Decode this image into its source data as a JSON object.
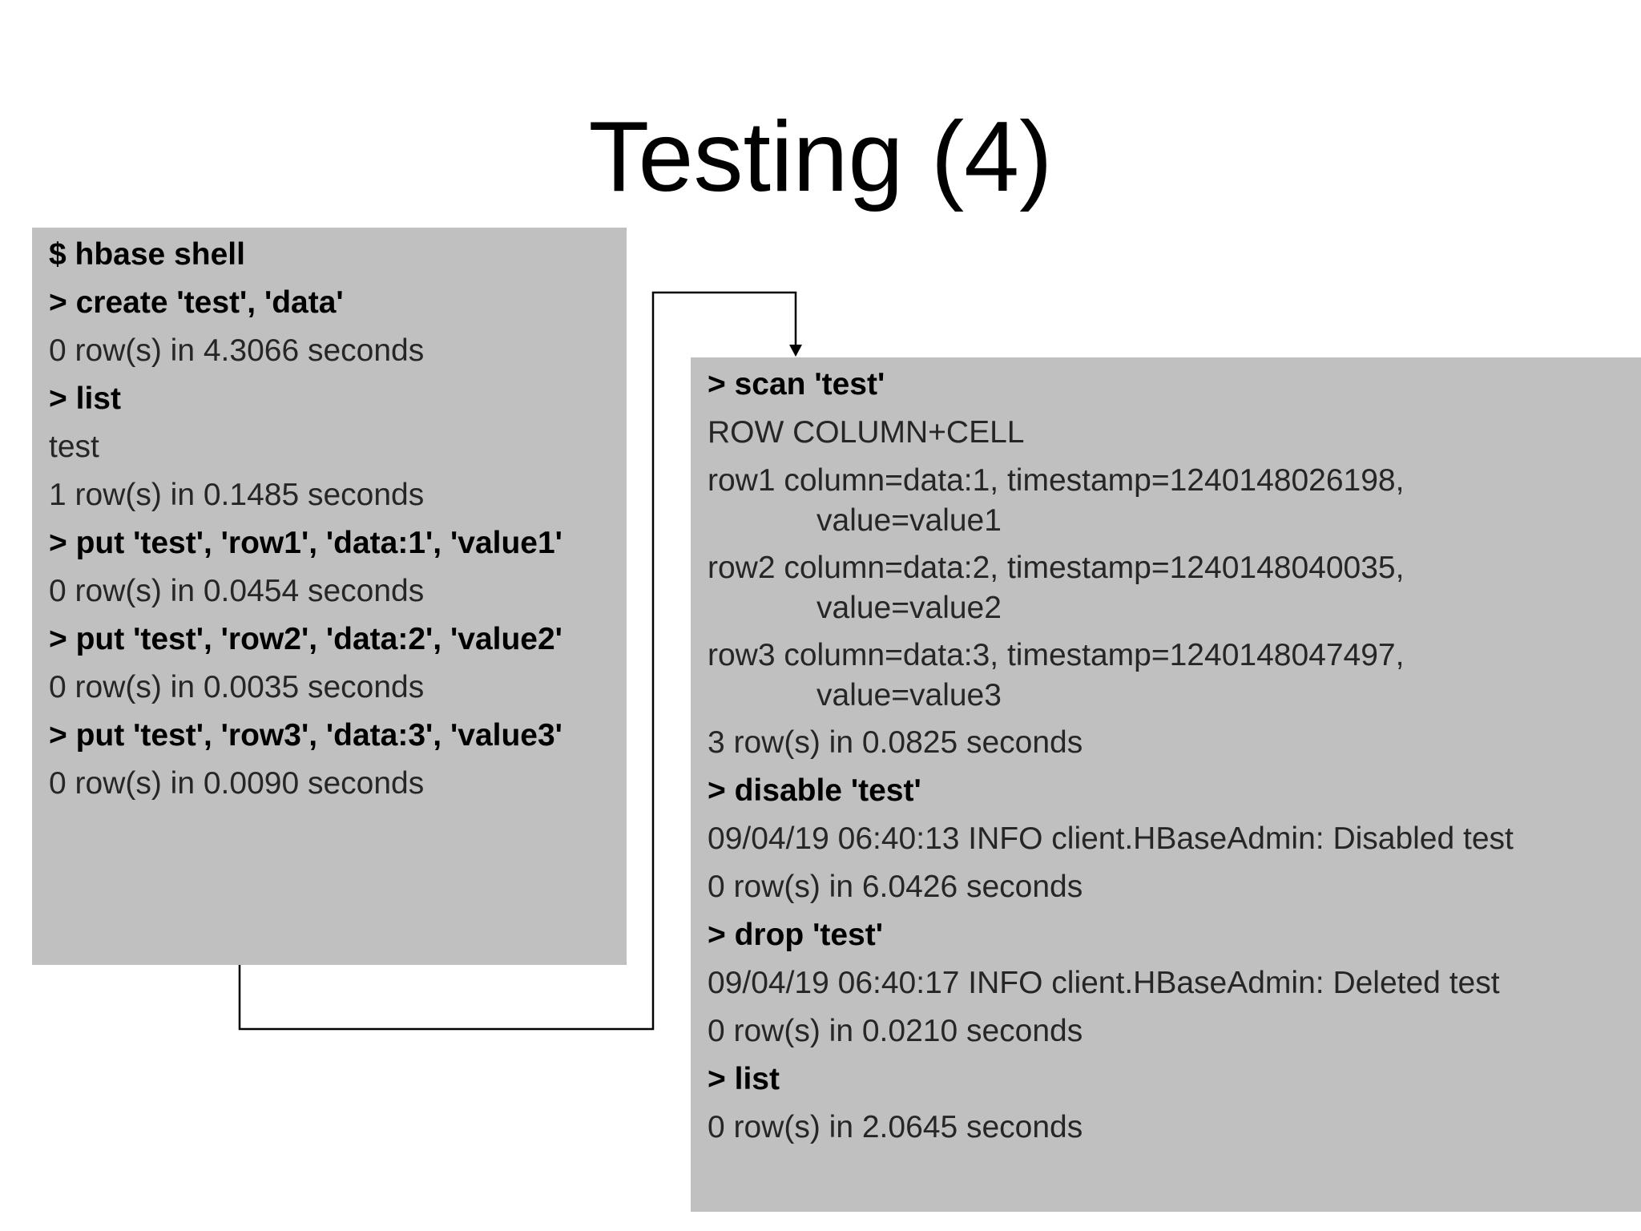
{
  "title": "Testing (4)",
  "left_panel": {
    "lines": [
      {
        "text": "$ hbase shell",
        "kind": "cmd"
      },
      {
        "text": "> create 'test', 'data'",
        "kind": "cmd"
      },
      {
        "text": "0 row(s) in 4.3066 seconds",
        "kind": "out"
      },
      {
        "text": "> list",
        "kind": "cmd"
      },
      {
        "text": "test",
        "kind": "out"
      },
      {
        "text": "1 row(s) in 0.1485 seconds",
        "kind": "out"
      },
      {
        "text": "> put 'test', 'row1', 'data:1', 'value1'",
        "kind": "cmd"
      },
      {
        "text": "0 row(s) in 0.0454 seconds",
        "kind": "out"
      },
      {
        "text": "> put 'test', 'row2', 'data:2', 'value2'",
        "kind": "cmd"
      },
      {
        "text": "0 row(s) in 0.0035 seconds",
        "kind": "out"
      },
      {
        "text": "> put 'test', 'row3', 'data:3', 'value3'",
        "kind": "cmd"
      },
      {
        "text": "0 row(s) in 0.0090 seconds",
        "kind": "out"
      }
    ]
  },
  "right_panel": {
    "lines": [
      {
        "text": "> scan 'test'",
        "kind": "cmd"
      },
      {
        "text": "ROW COLUMN+CELL",
        "kind": "out"
      },
      {
        "text": "row1 column=data:1, timestamp=1240148026198,",
        "kind": "out"
      },
      {
        "text": "value=value1",
        "kind": "cont"
      },
      {
        "text": "row2 column=data:2, timestamp=1240148040035,",
        "kind": "out"
      },
      {
        "text": "value=value2",
        "kind": "cont"
      },
      {
        "text": "row3 column=data:3, timestamp=1240148047497,",
        "kind": "out"
      },
      {
        "text": "value=value3",
        "kind": "cont"
      },
      {
        "text": "3 row(s) in 0.0825 seconds",
        "kind": "out"
      },
      {
        "text": "> disable 'test'",
        "kind": "cmd"
      },
      {
        "text": "09/04/19 06:40:13 INFO client.HBaseAdmin: Disabled test",
        "kind": "out"
      },
      {
        "text": "0 row(s) in 6.0426 seconds",
        "kind": "out"
      },
      {
        "text": "> drop 'test'",
        "kind": "cmd"
      },
      {
        "text": "09/04/19 06:40:17 INFO client.HBaseAdmin: Deleted test",
        "kind": "out"
      },
      {
        "text": "0 row(s) in 0.0210 seconds",
        "kind": "out"
      },
      {
        "text": "> list",
        "kind": "cmd"
      },
      {
        "text": "0 row(s) in 2.0645 seconds",
        "kind": "out"
      }
    ]
  }
}
